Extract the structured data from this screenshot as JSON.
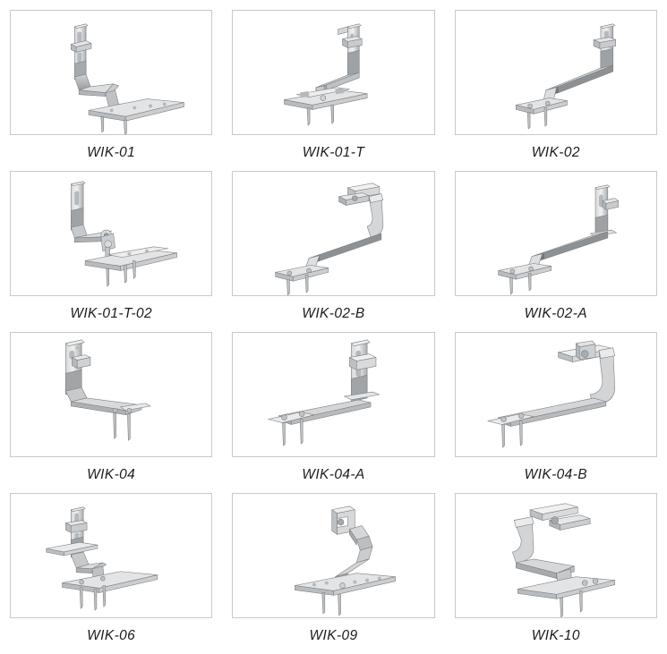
{
  "page": {
    "type": "product-catalog-grid",
    "columns": 3,
    "rows": 4,
    "background_color": "#ffffff",
    "frame_border_color": "#c9c9c9",
    "label_color": "#1c1c1c"
  },
  "products": [
    {
      "label": "WIK-01",
      "icon": "roof-hook-render",
      "shape": "l-bracket-vertical-slotted-arm-with-flat-base-plate"
    },
    {
      "label": "WIK-01-T",
      "icon": "roof-hook-render",
      "shape": "tall-upright-hook-with-cross-base-plate"
    },
    {
      "label": "WIK-02",
      "icon": "roof-hook-render",
      "shape": "long-inclined-arm-hook-with-narrow-base-rail"
    },
    {
      "label": "WIK-01-T-02",
      "icon": "roof-hook-render",
      "shape": "adjustable-upright-hook-with-wide-base-plate"
    },
    {
      "label": "WIK-02-B",
      "icon": "roof-hook-render",
      "shape": "long-inclined-arm-hook-with-top-clamp-bracket"
    },
    {
      "label": "WIK-02-A",
      "icon": "roof-hook-render",
      "shape": "long-inclined-arm-hook-with-vertical-slotted-post"
    },
    {
      "label": "WIK-04",
      "icon": "roof-hook-render",
      "shape": "l-shaped-hook-with-slotted-upright-and-straight-rail"
    },
    {
      "label": "WIK-04-A",
      "icon": "roof-hook-render",
      "shape": "straight-rail-hook-with-tall-slotted-upright"
    },
    {
      "label": "WIK-04-B",
      "icon": "roof-hook-render",
      "shape": "straight-rail-hook-with-curved-top-clamp"
    },
    {
      "label": "WIK-06",
      "icon": "roof-hook-render",
      "shape": "stepped-hook-with-double-flat-plates"
    },
    {
      "label": "WIK-09",
      "icon": "roof-hook-render",
      "shape": "z-shaped-hook-with-wide-perforated-base-plate"
    },
    {
      "label": "WIK-10",
      "icon": "roof-hook-render",
      "shape": "s-shaped-hook-with-top-clamp-and-base-plate"
    }
  ],
  "render_colors": {
    "metal_light": "#e8e9ea",
    "metal_mid": "#c4c6c8",
    "metal_dark": "#8f9295",
    "metal_darkest": "#6e7174",
    "outline": "#7e8184",
    "hole": "#b6b9bb"
  }
}
